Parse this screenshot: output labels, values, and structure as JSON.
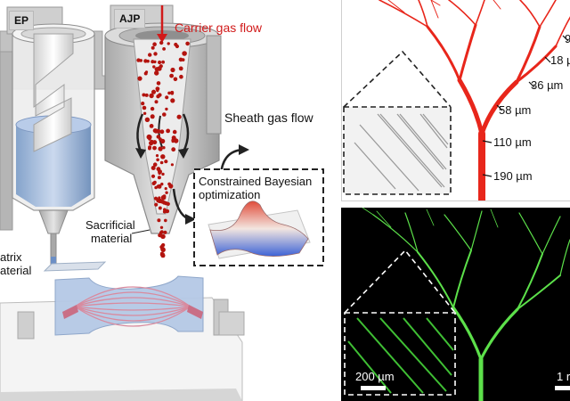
{
  "schematic": {
    "ep_tag": "EP",
    "ajp_tag": "AJP",
    "carrier_gas": "Carrier gas flow",
    "sheath_gas": "Sheath gas flow",
    "bayes_line1": "Constrained Bayesian",
    "bayes_line2": "optimization",
    "sacrificial_line1": "Sacrificial",
    "sacrificial_line2": "material",
    "matrix_line1": "atrix",
    "matrix_line2": "aterial"
  },
  "widths_panel": {
    "labels": [
      "9",
      "18 µm",
      "36 µm",
      "58 µm",
      "110 µm",
      "190 µm"
    ]
  },
  "fluor_panel": {
    "scale_left": "200 µm",
    "scale_right": "1 r"
  },
  "colors": {
    "red_channel": "#e8261b",
    "green_channel": "#5ce04a",
    "carrier_label": "#d11a1a",
    "particle": "#b3140f"
  }
}
